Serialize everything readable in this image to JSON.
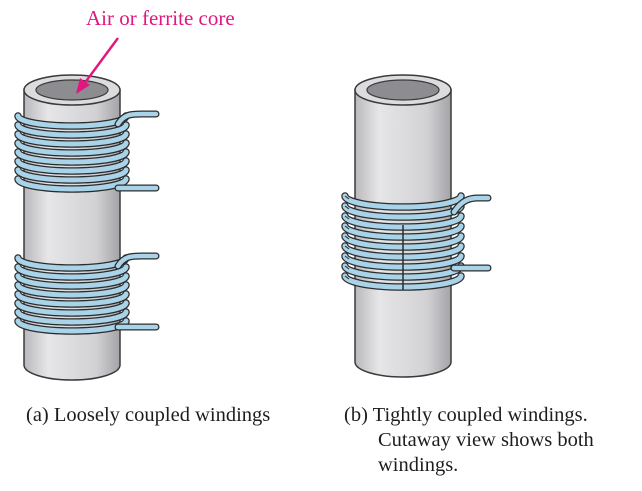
{
  "annotation": {
    "core_label": "Air or ferrite core",
    "core_label_color": "#e0177e"
  },
  "caption_a": {
    "text": "(a) Loosely coupled windings"
  },
  "caption_b": {
    "line1": "(b) Tightly coupled windings.",
    "line2": "Cutaway view shows both",
    "line3": "windings."
  },
  "colors": {
    "core": "#d6d6d9",
    "core_shade": "#a9a9ad",
    "core_outline": "#3a3a3a",
    "winding": "#a9d3e8",
    "winding_outline": "#2c2c2c",
    "arrow": "#e0177e"
  }
}
